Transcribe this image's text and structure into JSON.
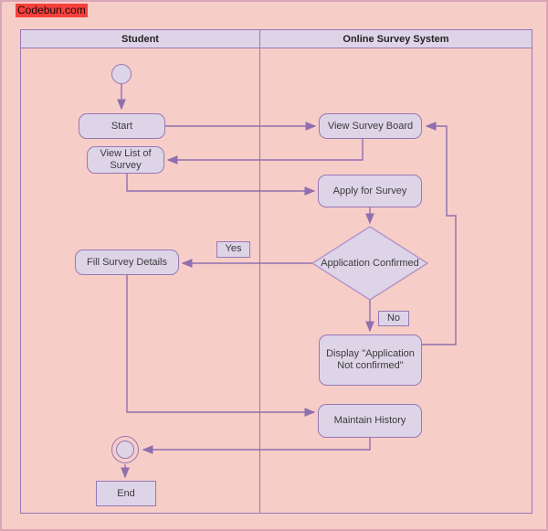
{
  "watermark": {
    "text": "Codebun.com"
  },
  "lanes": {
    "left": {
      "label": "Student"
    },
    "right": {
      "label": "Online Survey System"
    }
  },
  "nodes": {
    "start": {
      "label": "Start"
    },
    "view_survey_board": {
      "label": "View Survey Board"
    },
    "view_list_of_survey": {
      "label": "View List of Survey"
    },
    "apply_for_survey": {
      "label": "Apply for Survey"
    },
    "application_confirmed": {
      "label": "Application Confirmed"
    },
    "fill_survey_details": {
      "label": "Fill Survey Details"
    },
    "display_not_confirmed": {
      "label": "Display \"Application Not confirmed\""
    },
    "maintain_history": {
      "label": "Maintain History"
    },
    "end": {
      "label": "End"
    }
  },
  "edge_labels": {
    "yes": "Yes",
    "no": "No"
  },
  "colors": {
    "background": "#f7cdc8",
    "page_border": "#d9a6b6",
    "node_fill": "#ded4e8",
    "node_border": "#9678b4",
    "arrow": "#8f6fae",
    "watermark_bg": "#f5403c",
    "text": "#3a3a3a"
  }
}
